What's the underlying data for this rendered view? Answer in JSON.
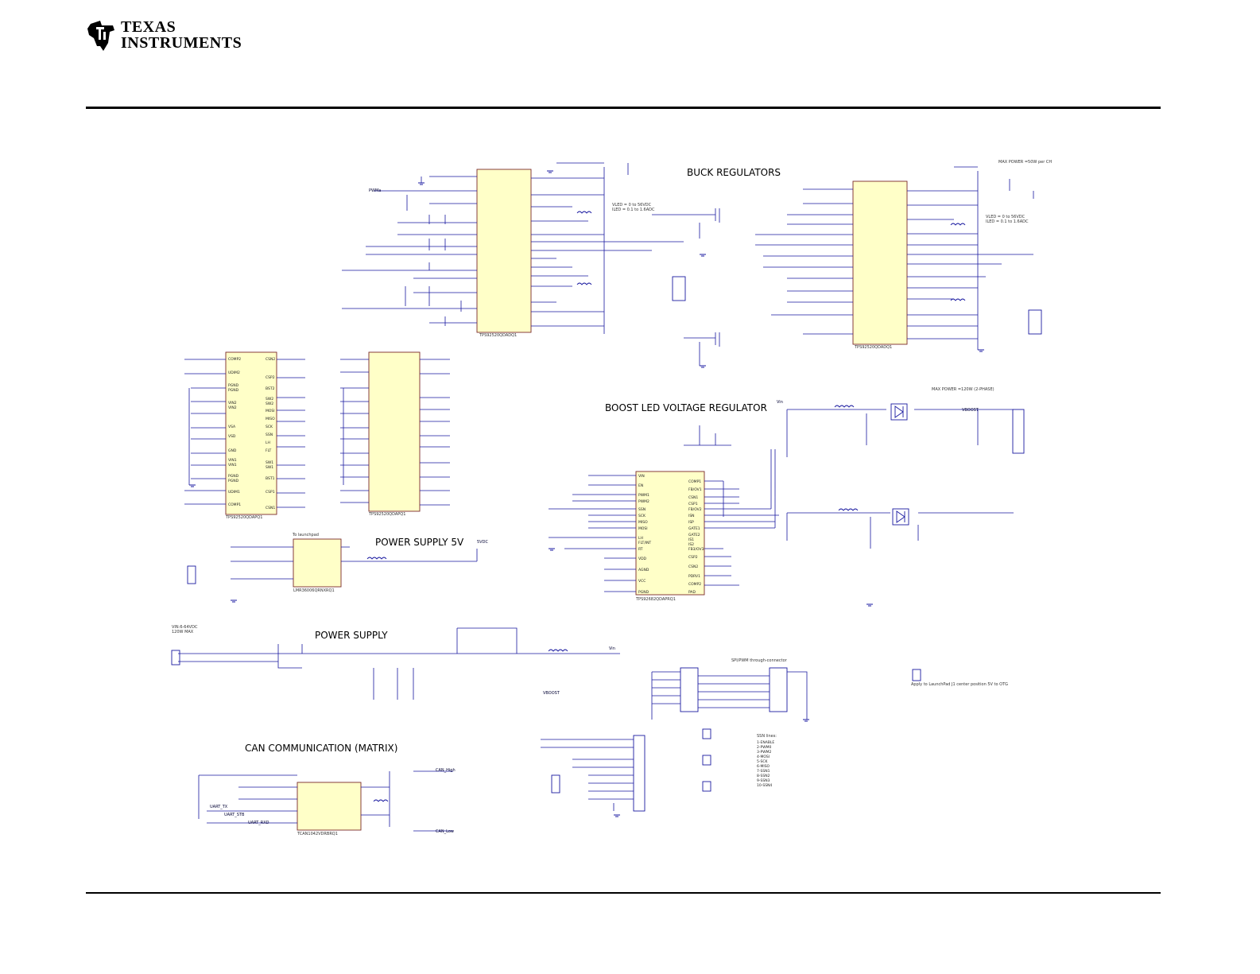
{
  "header": {
    "brand_line1": "Texas",
    "brand_line2": "Instruments"
  },
  "sections": {
    "buck": "BUCK REGULATORS",
    "boost": "BOOST LED VOLTAGE REGULATOR",
    "ps5v": "POWER SUPPLY 5V",
    "ps": "POWER SUPPLY",
    "can": "CAN COMMUNICATION (MATRIX)"
  },
  "notes": {
    "max_power_ch": "MAX POWER =50W per CH",
    "max_power_boost": "MAX POWER =120W (2-PHASE)",
    "vled_range_a": "VLED = 0 to 56VDC",
    "iled_range_a": "ILED = 0.1 to 1.6ADC",
    "vled_range_b": "VLED = 0 to 56VDC",
    "iled_range_b": "ILED = 0.1 to 1.6ADC",
    "vin_range": "VIN:6-64VDC",
    "vin_max": "120W MAX",
    "spi_through": "SPI/PWM through-connector",
    "apply_launchpad": "Apply to LaunchPad J1 center position 5V to OTG",
    "ssn_lines": "SSN lines:",
    "ssn_list": [
      "1-ENABLE",
      "2-PWM0",
      "3-PWM2",
      "4-MOSI",
      "5-SCK",
      "6-MISO",
      "7-SSN1",
      "8-SSN2",
      "9-SSN3",
      "10-SSN4"
    ]
  },
  "ics": {
    "u1": "TPS92520QDADQ1",
    "u2": "TPS92520QDADQ1",
    "u3": "TPS92520QDAPQ1",
    "u4": "TPS92520QDAPQ1",
    "u5": "TPS92682QDAPRQ1",
    "u6": "LMR36006QRNXRQ1",
    "u7": "TCAN1042VDRBRQ1"
  },
  "nets": {
    "vboost": "VBOOST",
    "gnd": "GND",
    "vin": "Vin",
    "v5": "5VDC",
    "pwm": "PWMa",
    "can_high": "CAN_High",
    "can_low": "CAN_Low",
    "uart_tx": "UART_TX",
    "uart_rx": "UART_RXD",
    "uart_stb": "UART_STB",
    "launchpad": "To launchpad"
  },
  "u4_pins_left": [
    "COMP2",
    "UDIM2",
    "PGND",
    "PGND",
    "VIN2",
    "VIN2",
    "VSA",
    "VSD",
    "GND",
    "VIN1",
    "VIN1",
    "PGND",
    "PGND",
    "UDIM1",
    "COMP1"
  ],
  "u4_pins_right": [
    "CSN2",
    "CSP2",
    "BST2",
    "SW2",
    "SW2",
    "MOSI",
    "MISO",
    "SCK",
    "SSN",
    "LH",
    "FLT",
    "SW1",
    "SW1",
    "BST1",
    "CSP1",
    "CSN1"
  ],
  "u5_pins_left": [
    "VIN",
    "EN",
    "PWM1",
    "PWM2",
    "SSN",
    "SCK",
    "MISO",
    "MOSI",
    "LH",
    "FLT/INT",
    "RT",
    "VDD",
    "AGND",
    "VCC",
    "PGND"
  ],
  "u5_pins_right": [
    "COMP1",
    "FB/OV1",
    "CSN1",
    "CSP1",
    "FB/OV2",
    "ISN",
    "ISP",
    "GATE1",
    "GATE2",
    "IS1",
    "IS2",
    "FB3/OV3",
    "CSP2",
    "CSN2",
    "PDRV1",
    "COMP2",
    "PAD"
  ]
}
